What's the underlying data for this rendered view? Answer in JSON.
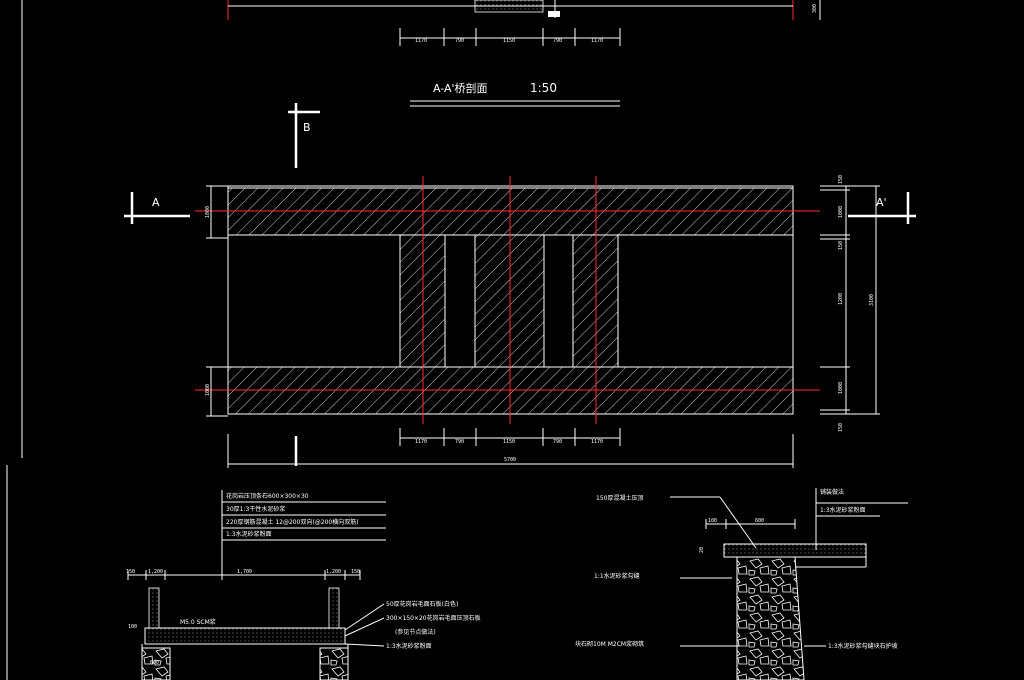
{
  "section_title": {
    "label": "A-A'桥剖面",
    "scale": "1:50"
  },
  "cut_marks": {
    "a_left": "A",
    "a_right": "A'",
    "b": "B"
  },
  "top_dims": [
    "1170",
    "790",
    "1150",
    "790",
    "1170"
  ],
  "bottom_dims": [
    "1170",
    "790",
    "1150",
    "790",
    "1170"
  ],
  "overall_dim": "5700",
  "left_dims": [
    "1000",
    "1000"
  ],
  "right_dims": [
    "150",
    "1000",
    "150",
    "1200",
    "1000",
    "150"
  ],
  "right_total": "3100",
  "top_right_label": "300",
  "left_detail": {
    "notes": [
      "花岗岩压顶条石600×300×30",
      "30厚1:3干性水泥砂浆",
      "220厚钢筋混凝土 12@200双向(@200横向双筋)",
      "1:3水泥砂浆粉面"
    ],
    "dims": [
      "150",
      "1,200",
      "1,700",
      "1,200",
      "150"
    ],
    "dim_100": "100",
    "sub_note": "M5.0 SCM浆",
    "right_notes": [
      "50厚花岗岩毛面石板(白色)",
      "300×150×20花岗岩毛面压顶石板",
      "(参见节点做法)",
      "1:3水泥砂浆粉面"
    ],
    "dim_600": "600"
  },
  "right_detail": {
    "notes_left": [
      "150厚混凝土压顶",
      "1:1水泥砂浆勾缝",
      "块石砌10M M2CM浆砌筑"
    ],
    "notes_right": [
      "铺装做法",
      "1:3水泥砂浆粉面",
      "1:3水泥砂浆勾缝块石护坡"
    ],
    "dims": [
      "100",
      "600",
      "20"
    ]
  },
  "colors": {
    "background": "#000000",
    "line": "#ffffff",
    "center_line": "#ff2a2a"
  }
}
